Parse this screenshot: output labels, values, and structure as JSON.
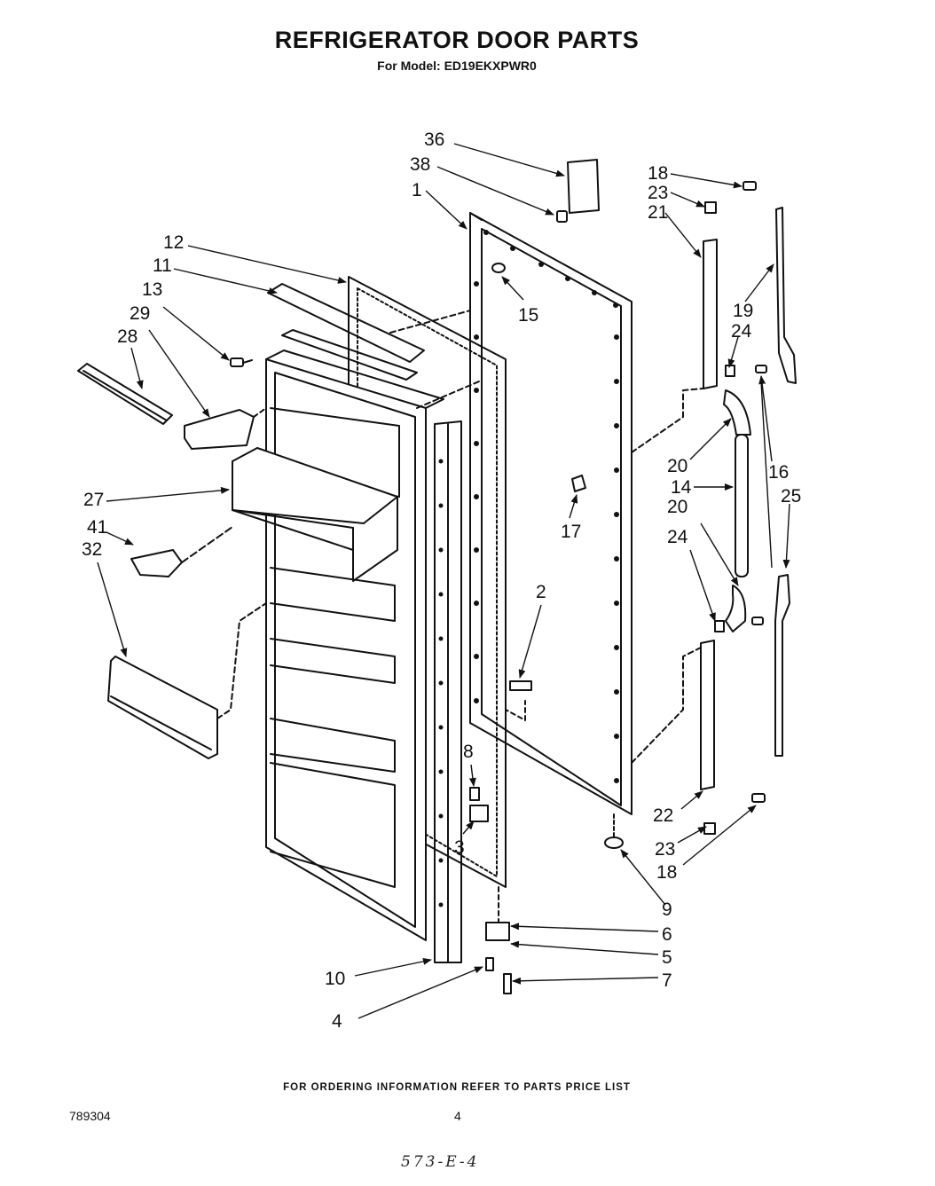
{
  "header": {
    "title": "REFRIGERATOR DOOR PARTS",
    "subtitle": "For Model: ED19EKXPWR0"
  },
  "callouts": [
    {
      "id": "36",
      "label": "36"
    },
    {
      "id": "38",
      "label": "38"
    },
    {
      "id": "1",
      "label": "1"
    },
    {
      "id": "12",
      "label": "12"
    },
    {
      "id": "11",
      "label": "11"
    },
    {
      "id": "13",
      "label": "13"
    },
    {
      "id": "29",
      "label": "29"
    },
    {
      "id": "28",
      "label": "28"
    },
    {
      "id": "15",
      "label": "15"
    },
    {
      "id": "27",
      "label": "27"
    },
    {
      "id": "41",
      "label": "41"
    },
    {
      "id": "32",
      "label": "32"
    },
    {
      "id": "17",
      "label": "17"
    },
    {
      "id": "2",
      "label": "2"
    },
    {
      "id": "8",
      "label": "8"
    },
    {
      "id": "3",
      "label": "3"
    },
    {
      "id": "10",
      "label": "10"
    },
    {
      "id": "4",
      "label": "4"
    },
    {
      "id": "6",
      "label": "6"
    },
    {
      "id": "5",
      "label": "5"
    },
    {
      "id": "7",
      "label": "7"
    },
    {
      "id": "9",
      "label": "9"
    },
    {
      "id": "18a",
      "label": "18"
    },
    {
      "id": "23a",
      "label": "23"
    },
    {
      "id": "21",
      "label": "21"
    },
    {
      "id": "19",
      "label": "19"
    },
    {
      "id": "24a",
      "label": "24"
    },
    {
      "id": "20a",
      "label": "20"
    },
    {
      "id": "16",
      "label": "16"
    },
    {
      "id": "14",
      "label": "14"
    },
    {
      "id": "20b",
      "label": "20"
    },
    {
      "id": "25",
      "label": "25"
    },
    {
      "id": "24b",
      "label": "24"
    },
    {
      "id": "22",
      "label": "22"
    },
    {
      "id": "23b",
      "label": "23"
    },
    {
      "id": "18b",
      "label": "18"
    }
  ],
  "footer": {
    "note": "FOR ORDERING INFORMATION REFER TO PARTS PRICE LIST",
    "doc_number": "789304",
    "page_number": "4",
    "handwritten": "573-E-4"
  }
}
